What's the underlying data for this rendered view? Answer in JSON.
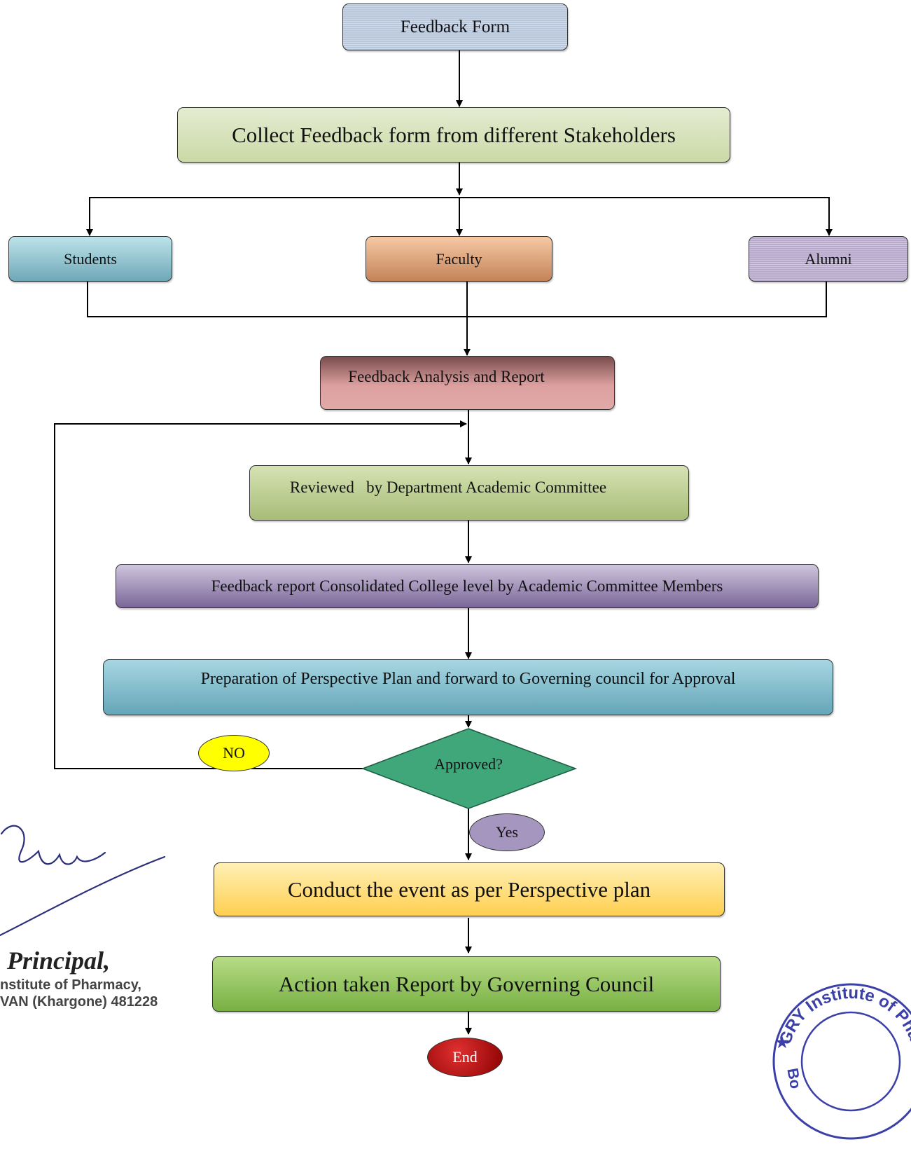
{
  "nodes": {
    "feedback_form": "Feedback Form",
    "collect": "Collect Feedback form from different Stakeholders",
    "students": "Students",
    "faculty": "Faculty",
    "alumni": "Alumni",
    "analysis": "Feedback Analysis and Report",
    "reviewed": "Reviewed   by Department Academic Committee",
    "consolidated": "Feedback report Consolidated College level by Academic Committee Members",
    "preparation": "Preparation of Perspective Plan and forward to Governing council for Approval",
    "approved": "Approved?",
    "no": "NO",
    "yes": "Yes",
    "conduct": "Conduct the event as per Perspective plan",
    "action": "Action taken Report by Governing Council",
    "end": "End"
  },
  "signature": {
    "title": "Principal,",
    "line1": "nstitute of Pharmacy,",
    "line2": "VAN (Khargone) 481228"
  },
  "stamp": {
    "arc_text": "GRY Institute of Pharm",
    "side_text": "Bo"
  },
  "colors": {
    "feedback_form": "#b8c7dc",
    "collect": "#d6e2b8",
    "students": "#9fcfdc",
    "faculty": "#f2b98c",
    "alumni": "#b7a9cc",
    "analysis": "#d98f8f",
    "reviewed": "#c4d69a",
    "consolidated": "#8b78a8",
    "preparation": "#7fbccc",
    "approved": "#3fa77a",
    "no": "#ffff00",
    "yes": "#a596c0",
    "conduct": "#ffd76a",
    "action": "#8cc152",
    "end": "#b00000"
  }
}
